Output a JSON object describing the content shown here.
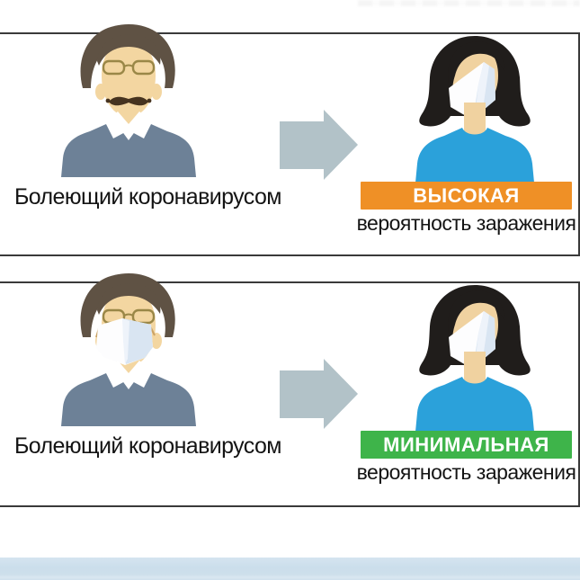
{
  "page": {
    "background": "#ffffff",
    "footer_band_color": "#cddfeb",
    "top_artifact": "cropped-text-remnant"
  },
  "colors": {
    "panel_border": "#3a3a3a",
    "risk_high": "#ef9026",
    "risk_minimal": "#3eb44a",
    "shirt_blue": "#2ba1da",
    "arrow_gray": "#b2c2c8",
    "sweater_gray_blue": "#6d8197",
    "man_hair": "#5f5244",
    "woman_hair": "#201d1b",
    "skin": "#f3d6a1",
    "mask_white": "#fdfdfe",
    "mask_shade": "#d9e5f2",
    "text": "#141414"
  },
  "panels": [
    {
      "source_label": "Болеющий коронавирусом",
      "source_icon": "sick-man-unmasked-icon",
      "arrow_icon": "arrow-right-icon",
      "contact_icon": "woman-masked-icon",
      "risk_level": "ВЫСОКАЯ",
      "risk_level_color": "#ef9026",
      "risk_caption": "вероятность заражения"
    },
    {
      "source_label": "Болеющий коронавирусом",
      "source_icon": "sick-man-masked-icon",
      "arrow_icon": "arrow-right-icon",
      "contact_icon": "woman-masked-icon",
      "risk_level": "МИНИМАЛЬНАЯ",
      "risk_level_color": "#3eb44a",
      "risk_caption": "вероятность заражения"
    }
  ]
}
